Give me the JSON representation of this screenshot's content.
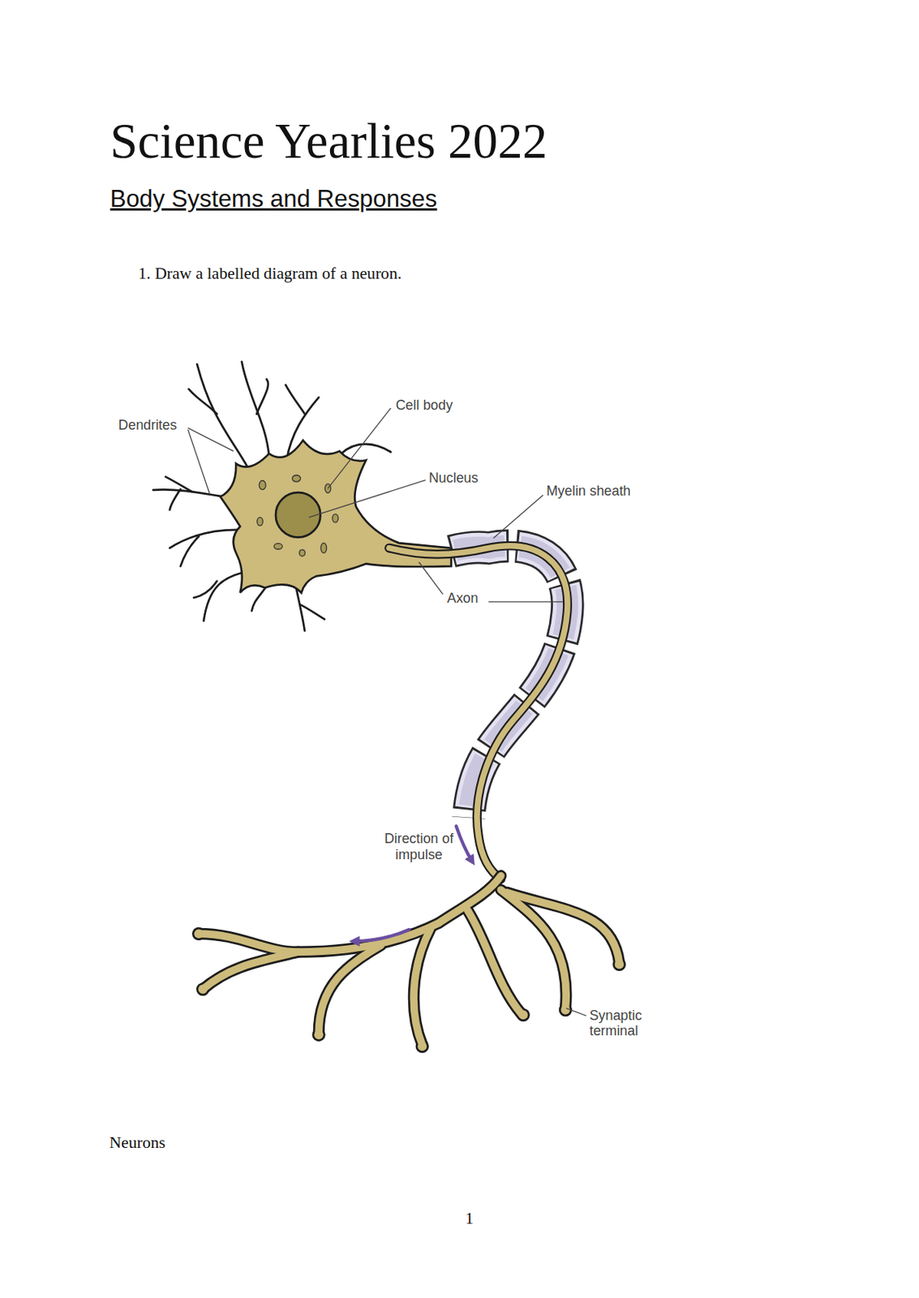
{
  "diagram": {
    "title": "Science Yearlies 2022",
    "labels": [
      "Body Systems and Responses",
      "1. Draw a labelled diagram of a neuron.",
      "Dendrites",
      "Cell body",
      "Nucleus",
      "Myelin sheath",
      "Axon",
      "Direction of impulse",
      "Synaptic terminal",
      "Neurons",
      "1"
    ]
  }
}
